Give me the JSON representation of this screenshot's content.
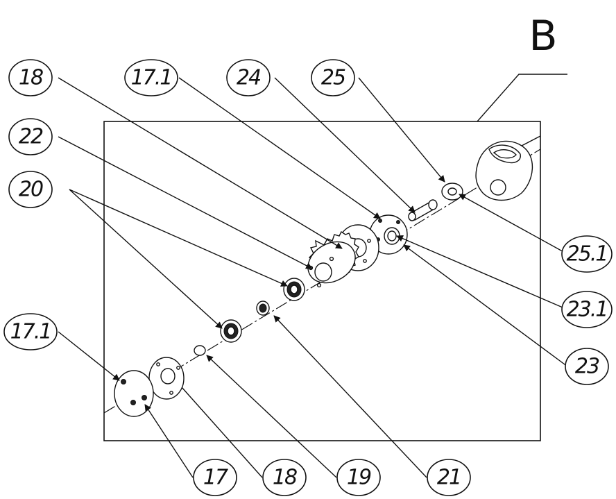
{
  "view": {
    "label": "B"
  },
  "callouts": [
    {
      "id": "c18a",
      "label": "18"
    },
    {
      "id": "c171a",
      "label": "17.1"
    },
    {
      "id": "c24",
      "label": "24"
    },
    {
      "id": "c25",
      "label": "25"
    },
    {
      "id": "c22",
      "label": "22"
    },
    {
      "id": "c20",
      "label": "20"
    },
    {
      "id": "c251",
      "label": "25.1"
    },
    {
      "id": "c231",
      "label": "23.1"
    },
    {
      "id": "c23",
      "label": "23"
    },
    {
      "id": "c171b",
      "label": "17.1"
    },
    {
      "id": "c17",
      "label": "17"
    },
    {
      "id": "c18b",
      "label": "18"
    },
    {
      "id": "c19",
      "label": "19"
    },
    {
      "id": "c21",
      "label": "21"
    }
  ]
}
